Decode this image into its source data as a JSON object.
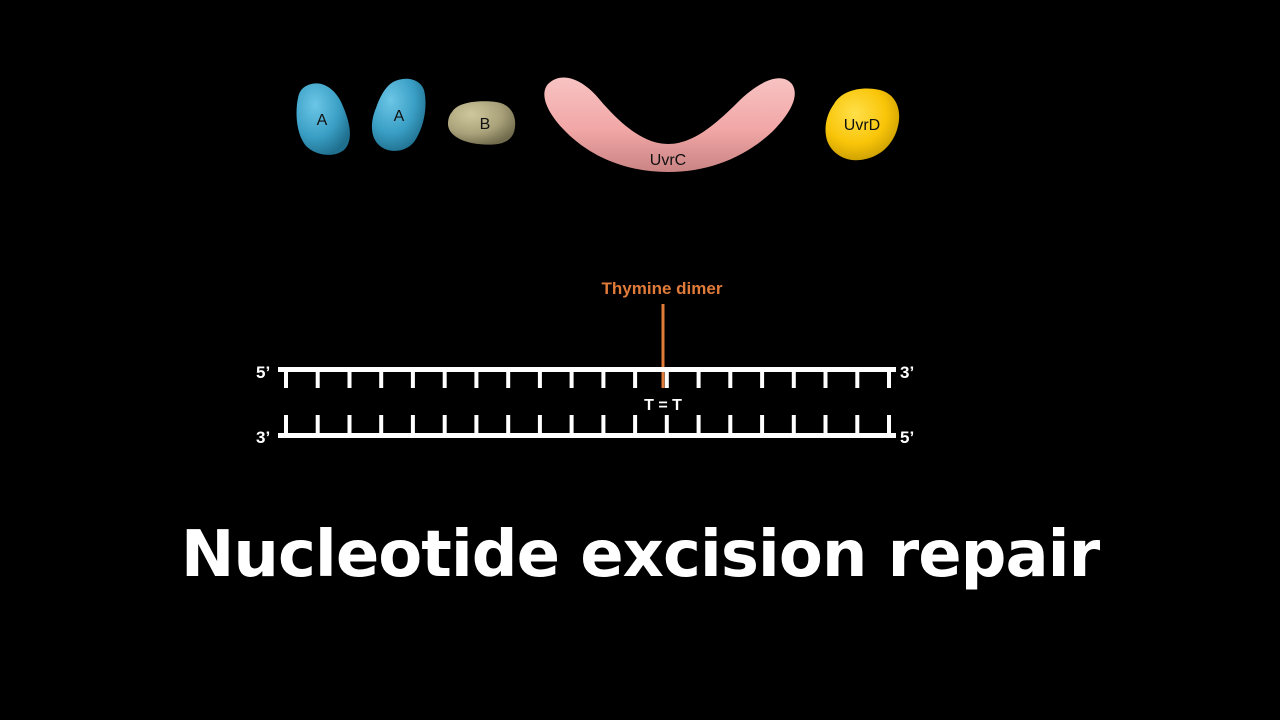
{
  "proteins": {
    "uvra_1": "A",
    "uvra_2": "A",
    "uvrb": "B",
    "uvrc": "UvrC",
    "uvrd": "UvrD"
  },
  "dna": {
    "dimer_label": "Thymine dimer",
    "dimer_text": "T = T",
    "top_left_end": "5’",
    "top_right_end": "3’",
    "bottom_left_end": "3’",
    "bottom_right_end": "5’",
    "rung_count": 20
  },
  "title": "Nucleotide excision repair",
  "colors": {
    "background": "#000000",
    "uvra": "#3a9fc5",
    "uvrb": "#a9a179",
    "uvrc": "#f1a7a6",
    "uvrd": "#f9c509",
    "dna": "#ffffff",
    "dimer_label": "#e07b39"
  }
}
